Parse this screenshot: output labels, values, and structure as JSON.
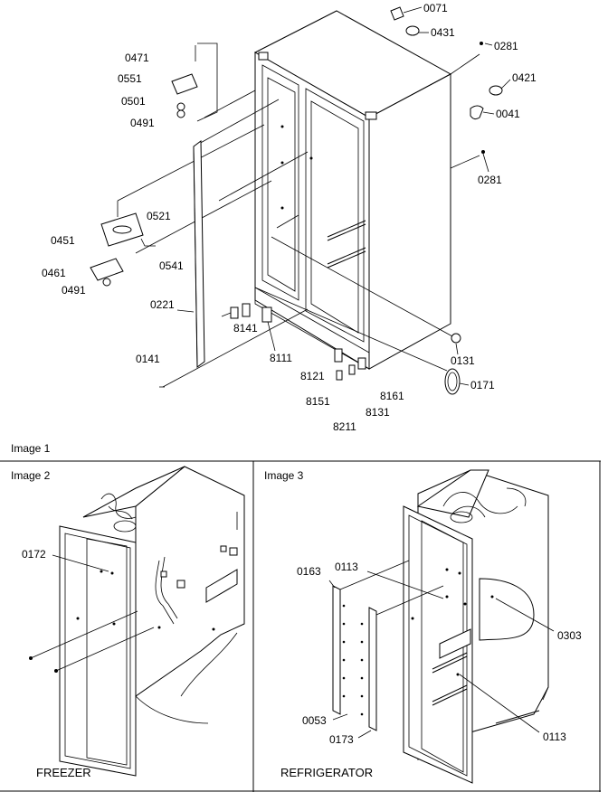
{
  "image1": {
    "caption": "Image 1",
    "callouts": {
      "c0071": "0071",
      "c0431": "0431",
      "c0281a": "0281",
      "c0421": "0421",
      "c0041": "0041",
      "c0281b": "0281",
      "c0471": "0471",
      "c0551": "0551",
      "c0501": "0501",
      "c0491a": "0491",
      "c0521": "0521",
      "c0451": "0451",
      "c0541": "0541",
      "c0461": "0461",
      "c0491b": "0491",
      "c0221": "0221",
      "c8141": "8141",
      "c8111": "8111",
      "c0141": "0141",
      "c0131": "0131",
      "c0171": "0171",
      "c8121": "8121",
      "c8161": "8161",
      "c8151": "8151",
      "c8131": "8131",
      "c8211": "8211"
    }
  },
  "image2": {
    "caption": "Image 2",
    "callouts": {
      "c0172": "0172"
    },
    "title": "FREEZER"
  },
  "image3": {
    "caption": "Image 3",
    "callouts": {
      "c0163": "0163",
      "c0113a": "0113",
      "c0303": "0303",
      "c0053": "0053",
      "c0173": "0173",
      "c0113b": "0113"
    },
    "title": "REFRIGERATOR"
  }
}
